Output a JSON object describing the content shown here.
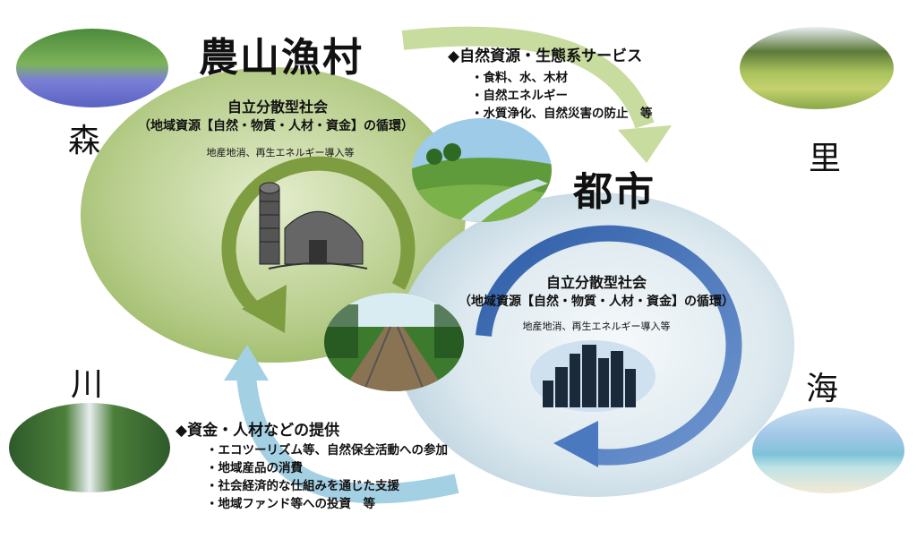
{
  "rural": {
    "title": "農山漁村",
    "society_title": "自立分散型社会",
    "society_sub": "（地域資源【自然・物質・人材・資金】の循環）",
    "society_note": "地産地消、再生エネルギー導入等"
  },
  "city": {
    "title": "都市",
    "society_title": "自立分散型社会",
    "society_sub": "（地域資源【自然・物質・人材・資金】の循環）",
    "society_note": "地産地消、再生エネルギー導入等"
  },
  "regions": {
    "forest": "森",
    "village": "里",
    "river": "川",
    "sea": "海"
  },
  "flow_to_city": {
    "heading": "◆自然資源・生態系サービス",
    "items": [
      "・食料、水、木材",
      "・自然エネルギー",
      "・水質浄化、自然災害の防止　等"
    ]
  },
  "flow_to_rural": {
    "heading": "◆資金・人材などの提供",
    "items": [
      "・エコツーリズム等、自然保全活動への参加",
      "・地域産品の消費",
      "・社会経済的な仕組みを通じた支援",
      "・地域ファンド等への投資　等"
    ]
  },
  "colors": {
    "rural_circle": "#a9c47a",
    "rural_arrow": "#7d9b3f",
    "city_circle": "#cfe0e8",
    "city_arrow": "#3f6fb5",
    "top_flow_arrow": "#c7db9c",
    "bottom_flow_arrow": "#9ccbe0"
  },
  "icons": {
    "forest_photo": "forest-photo",
    "village_photo": "rice-terrace-photo",
    "river_photo": "waterfall-photo",
    "sea_photo": "beach-photo",
    "barn": "barn-silo-icon",
    "city_skyline": "city-skyline-icon",
    "meadow": "meadow-landscape-photo",
    "railway": "railway-photo"
  }
}
